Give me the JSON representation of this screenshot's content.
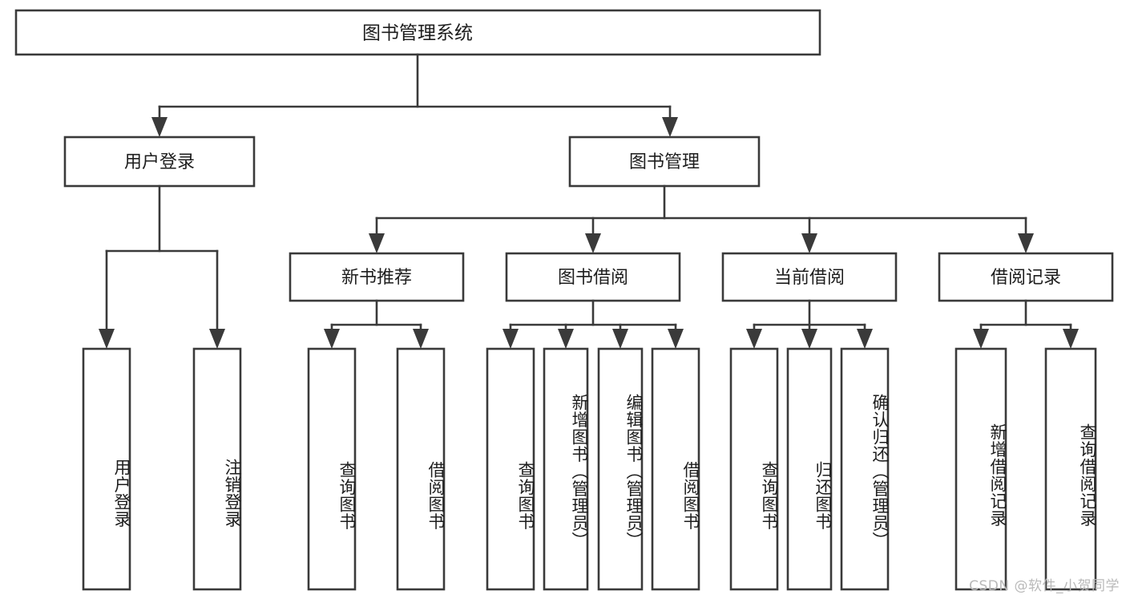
{
  "diagram": {
    "title": "图书管理系统",
    "type": "tree-hierarchy-flowchart",
    "watermark": "CSDN @软件_小贺同学",
    "colors": {
      "stroke": "#3a3a3a",
      "fill": "#ffffff",
      "text": "#1d1d1d",
      "watermark": "#b9b9b9"
    },
    "levels": {
      "root": {
        "label": "图书管理系统"
      },
      "level2": [
        {
          "id": "user-login",
          "label": "用户登录"
        },
        {
          "id": "book-management",
          "label": "图书管理"
        }
      ],
      "level3": [
        {
          "id": "new-book-recommend",
          "label": "新书推荐",
          "parent": "book-management"
        },
        {
          "id": "book-borrow",
          "label": "图书借阅",
          "parent": "book-management"
        },
        {
          "id": "current-borrow",
          "label": "当前借阅",
          "parent": "book-management"
        },
        {
          "id": "borrow-record",
          "label": "借阅记录",
          "parent": "book-management"
        }
      ],
      "leaves": [
        {
          "id": "leaf-user-login",
          "label": "用户登录",
          "parent": "user-login"
        },
        {
          "id": "leaf-logout-login",
          "label": "注销登录",
          "parent": "user-login"
        },
        {
          "id": "leaf-query-book-1",
          "label": "查询图书",
          "parent": "new-book-recommend"
        },
        {
          "id": "leaf-borrow-book-1",
          "label": "借阅图书",
          "parent": "new-book-recommend"
        },
        {
          "id": "leaf-query-book-2",
          "label": "查询图书",
          "parent": "book-borrow"
        },
        {
          "id": "leaf-add-book",
          "label": "新增图书（管理员）",
          "parent": "book-borrow"
        },
        {
          "id": "leaf-edit-book",
          "label": "编辑图书（管理员）",
          "parent": "book-borrow"
        },
        {
          "id": "leaf-borrow-book-2",
          "label": "借阅图书",
          "parent": "book-borrow"
        },
        {
          "id": "leaf-query-book-3",
          "label": "查询图书",
          "parent": "current-borrow"
        },
        {
          "id": "leaf-return-book",
          "label": "归还图书",
          "parent": "current-borrow"
        },
        {
          "id": "leaf-confirm-return",
          "label": "确认归还（管理员）",
          "parent": "current-borrow"
        },
        {
          "id": "leaf-add-record",
          "label": "新增借阅记录",
          "parent": "borrow-record"
        },
        {
          "id": "leaf-query-record",
          "label": "查询借阅记录",
          "parent": "borrow-record"
        }
      ]
    }
  }
}
